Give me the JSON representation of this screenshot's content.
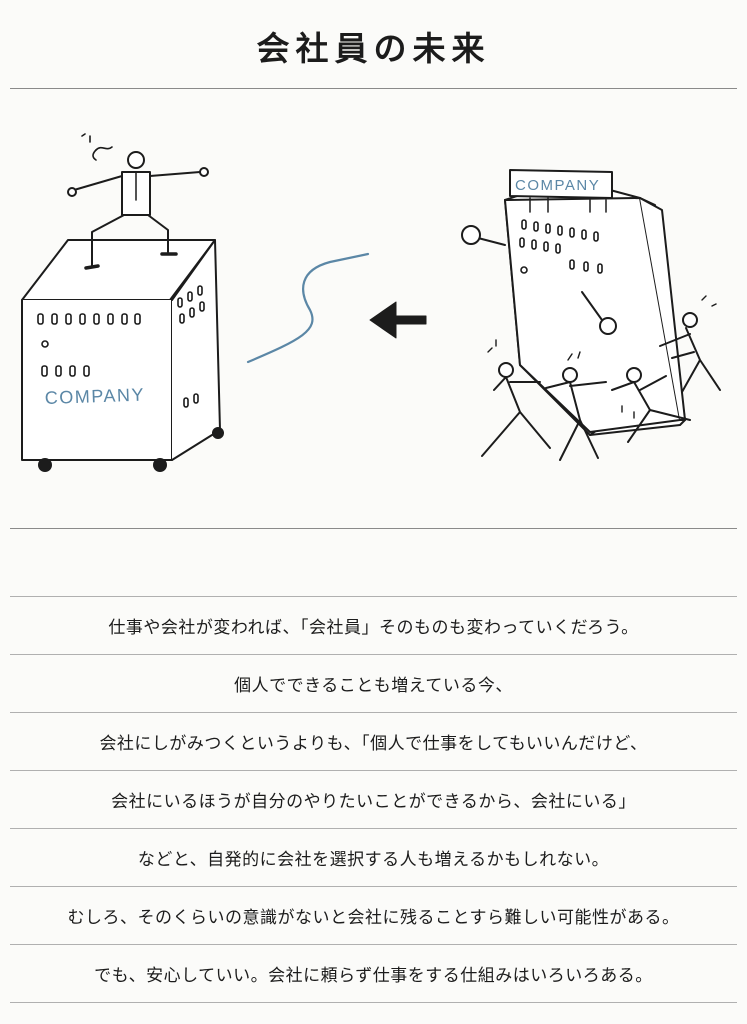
{
  "header": {
    "title": "会社員の未来"
  },
  "illustration": {
    "left_building_sign": "COMPANY",
    "right_building_sign": "COMPANY",
    "accent_color": "#5b87a6",
    "arrow_direction": "left"
  },
  "body": {
    "lines": [
      "仕事や会社が変われば、「会社員」そのものも変わっていくだろう。",
      "個人でできることも増えている今、",
      "会社にしがみつくというよりも、「個人で仕事をしてもいいんだけど、",
      "会社にいるほうが自分のやりたいことができるから、会社にいる」",
      "などと、自発的に会社を選択する人も増えるかもしれない。",
      "むしろ、そのくらいの意識がないと会社に残ることすら難しい可能性がある。",
      "でも、安心していい。会社に頼らず仕事をする仕組みはいろいろある。"
    ]
  }
}
